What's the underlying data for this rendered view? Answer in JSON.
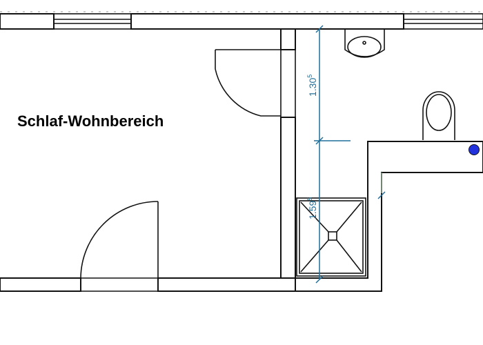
{
  "plan": {
    "room_label": "Schlaf-Wohnbereich",
    "dimensions": [
      {
        "value": "1.30",
        "sup": "5"
      },
      {
        "value": "1.59",
        "sup": "5"
      }
    ],
    "colors": {
      "existing_wall_hatch": "#d9343a",
      "new_wall_fill": "#2fd62f",
      "dimension": "#1f6f9a",
      "marker": "#2233dd"
    },
    "symbols": [
      "window",
      "door",
      "washbasin",
      "toilet",
      "shower-tray",
      "connection-point"
    ]
  }
}
